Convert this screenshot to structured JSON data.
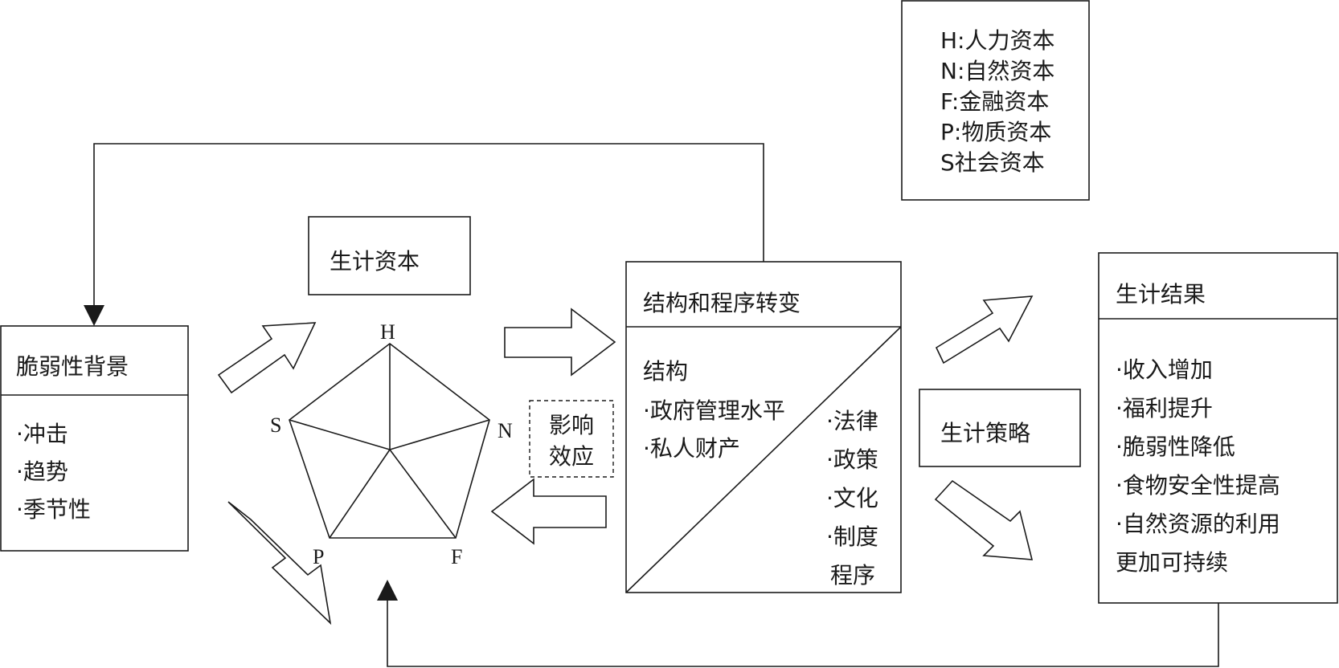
{
  "legend": {
    "lines": [
      "H:人力资本",
      "N:自然资本",
      "F:金融资本",
      "P:物质资本",
      "S社会资本"
    ]
  },
  "vulnerability": {
    "title": "脆弱性背景",
    "items": [
      "·冲击",
      "·趋势",
      "·季节性"
    ]
  },
  "capital": {
    "title": "生计资本",
    "vertices": {
      "h": "H",
      "n": "N",
      "f": "F",
      "p": "P",
      "s": "S"
    }
  },
  "influence": {
    "lines": [
      "影响",
      "效应"
    ]
  },
  "transform": {
    "title": "结构和程序转变",
    "structure_heading": "结构",
    "structure_items": [
      "·政府管理水平",
      "·私人财产"
    ],
    "process_items": [
      "·法律",
      "·政策",
      "·文化",
      "·制度",
      "程序"
    ]
  },
  "strategy": {
    "title": "生计策略"
  },
  "outcomes": {
    "title": "生计结果",
    "items": [
      "·收入增加",
      "·福利提升",
      "·脆弱性降低",
      "·食物安全性提高",
      "·自然资源的利用",
      "更加可持续"
    ]
  }
}
